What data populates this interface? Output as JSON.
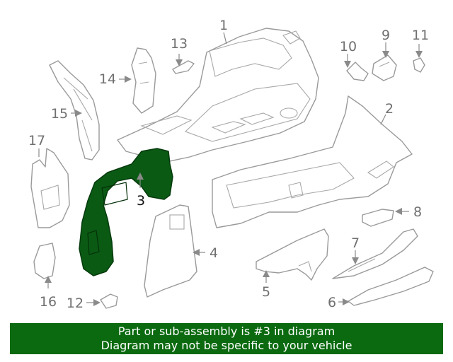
{
  "diagram": {
    "highlighted_part": "3",
    "callouts": [
      "1",
      "2",
      "3",
      "4",
      "5",
      "6",
      "7",
      "8",
      "9",
      "10",
      "11",
      "12",
      "13",
      "14",
      "15",
      "16",
      "17"
    ],
    "colors": {
      "highlight": "#0a5a14",
      "line": "#9a9a9a",
      "banner": "#0b6a10"
    }
  },
  "banner": {
    "line1": "Part or sub-assembly is #3 in diagram",
    "line2": "Diagram may not be specific to your vehicle"
  }
}
